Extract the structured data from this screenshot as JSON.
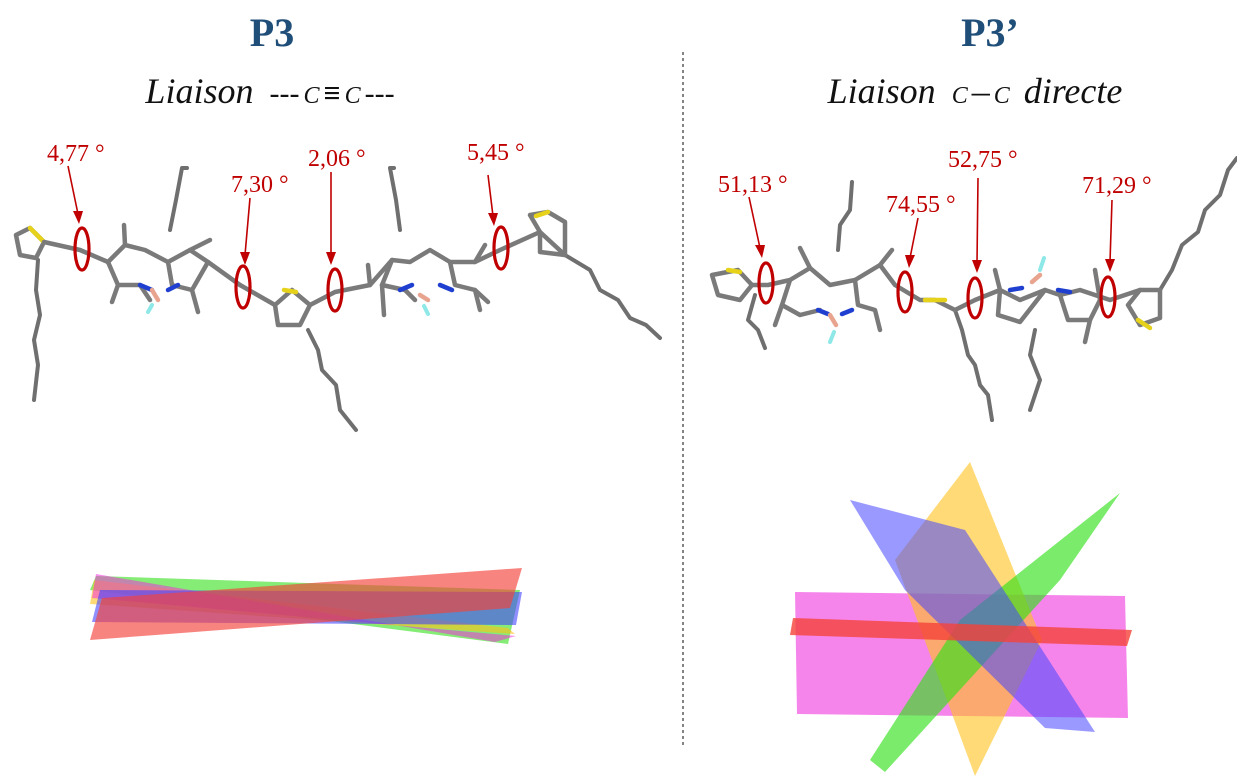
{
  "left": {
    "title": "P3",
    "subtitle_prefix": "Liaison",
    "subtitle_bond_dashes_left": "---",
    "subtitle_c1": "C",
    "subtitle_triple": "≡",
    "subtitle_c2": "C",
    "subtitle_bond_dashes_right": "---",
    "angles": [
      "4,77 °",
      "7,30 °",
      "2,06 °",
      "5,45 °"
    ]
  },
  "right": {
    "title": "P3’",
    "subtitle_prefix": "Liaison",
    "subtitle_c1": "C",
    "subtitle_dash": "–",
    "subtitle_c2": "C",
    "subtitle_suffix": "directe",
    "angles": [
      "51,13 °",
      "74,55 °",
      "52,75 °",
      "71,29 °"
    ]
  },
  "colors": {
    "title": "#1f4e79",
    "annotation": "#c00000",
    "carbon": "#7a7a7a",
    "nitrogen": "#1f3fd0",
    "boron": "#e8a48f",
    "fluorine": "#8ee8e8",
    "sulfur": "#e6d21a",
    "plane_red": "#f5423a",
    "plane_blue": "#4545ff",
    "plane_yellow": "#ffc21a",
    "plane_green": "#33e01a",
    "plane_magenta": "#f033dd"
  }
}
